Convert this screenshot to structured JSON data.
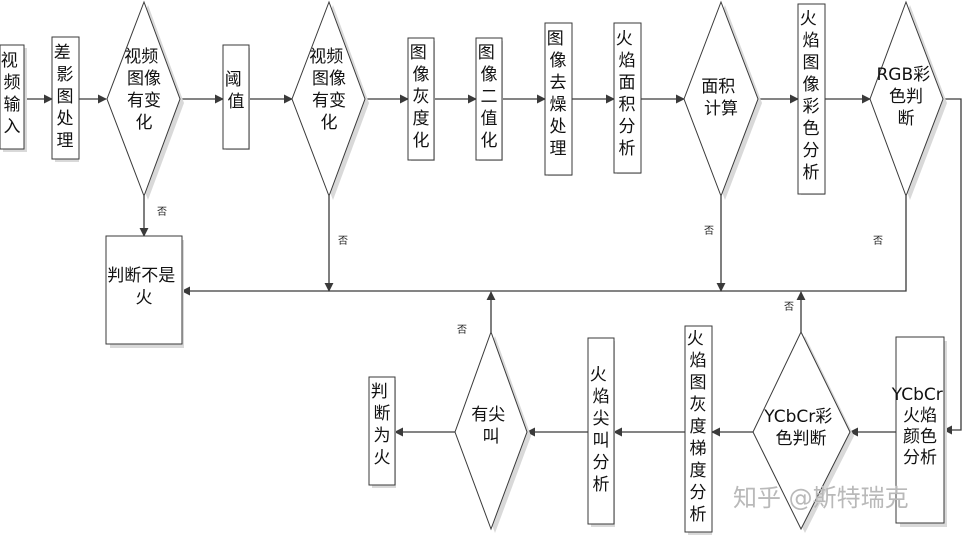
{
  "colors": {
    "line": "#3a3a3a",
    "shade": "#d9d9d9",
    "box_fill": "#ffffff",
    "watermark": "#b9b9b9"
  },
  "labels": {
    "video_input": "视频输入",
    "diff_image": "差影图处理",
    "video_change_1": "视频图像有变化",
    "threshold": "阈值",
    "video_change_2": "视频图像有变化",
    "gray": "图像灰度化",
    "binary": "图像二值化",
    "denoise": "图像去燥处理",
    "area_analysis": "火焰面积分析",
    "area_calc": "面积计算",
    "color_analysis": "火焰图像彩色分析",
    "rgb_judge": "RGB彩色判断",
    "not_fire": "判断不是火",
    "ycbcr_analysis": "YCbCr火焰颜色分析",
    "ycbcr_judge": "YCbCr彩色判断",
    "gradient": "火焰图灰度梯度分析",
    "tip_analysis": "火焰尖叫分析",
    "has_tip": "有尖叫",
    "is_fire": "判断为火",
    "no": "否",
    "watermark": "知乎 @斯特瑞克"
  }
}
